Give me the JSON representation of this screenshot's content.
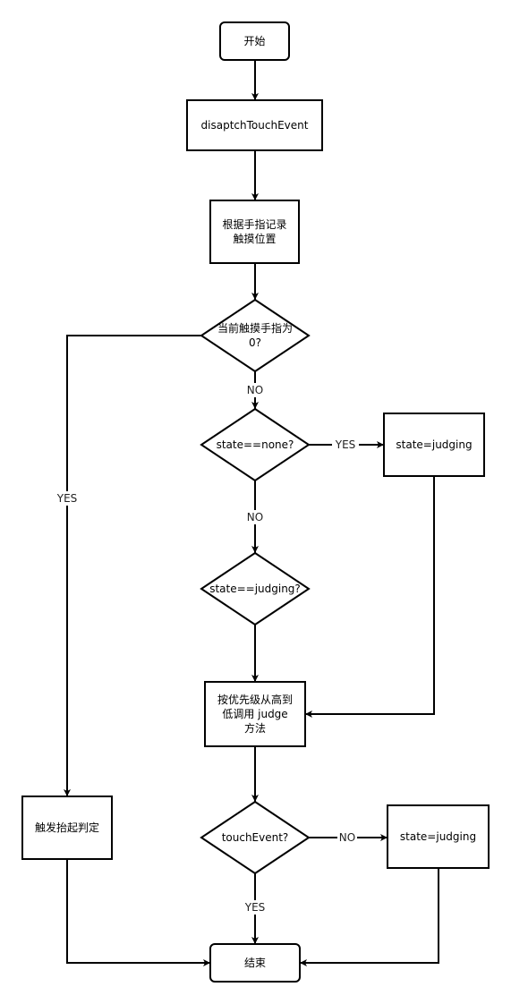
{
  "diagram": {
    "type": "flowchart",
    "nodes": {
      "start": {
        "shape": "terminal",
        "lines": [
          "开始"
        ]
      },
      "dispatch": {
        "shape": "process",
        "lines": [
          "disaptchTouchEvent"
        ]
      },
      "record": {
        "shape": "process",
        "lines": [
          "根据手指记录",
          "触摸位置"
        ]
      },
      "finger_zero": {
        "shape": "decision",
        "lines": [
          "当前触摸手指为",
          "0?"
        ]
      },
      "state_none": {
        "shape": "decision",
        "lines": [
          "state==none?"
        ]
      },
      "set_judging_1": {
        "shape": "process",
        "lines": [
          "state=judging"
        ]
      },
      "state_judging": {
        "shape": "decision",
        "lines": [
          "state==judging?"
        ]
      },
      "call_judge": {
        "shape": "process",
        "lines": [
          "按优先级从高到",
          "低调用 judge",
          "方法"
        ]
      },
      "touch_event": {
        "shape": "decision",
        "lines": [
          "touchEvent?"
        ]
      },
      "set_judging_2": {
        "shape": "process",
        "lines": [
          "state=judging"
        ]
      },
      "trigger_lift": {
        "shape": "process",
        "lines": [
          "触发抬起判定"
        ]
      },
      "end": {
        "shape": "terminal",
        "lines": [
          "结束"
        ]
      }
    },
    "edges": [
      {
        "from": "start",
        "to": "dispatch",
        "label": ""
      },
      {
        "from": "dispatch",
        "to": "record",
        "label": ""
      },
      {
        "from": "record",
        "to": "finger_zero",
        "label": ""
      },
      {
        "from": "finger_zero",
        "to": "state_none",
        "label": "NO"
      },
      {
        "from": "finger_zero",
        "to": "trigger_lift",
        "label": "YES"
      },
      {
        "from": "state_none",
        "to": "set_judging_1",
        "label": "YES"
      },
      {
        "from": "state_none",
        "to": "state_judging",
        "label": "NO"
      },
      {
        "from": "state_judging",
        "to": "call_judge",
        "label": ""
      },
      {
        "from": "set_judging_1",
        "to": "call_judge",
        "label": ""
      },
      {
        "from": "call_judge",
        "to": "touch_event",
        "label": ""
      },
      {
        "from": "touch_event",
        "to": "set_judging_2",
        "label": "NO"
      },
      {
        "from": "touch_event",
        "to": "end",
        "label": "YES"
      },
      {
        "from": "set_judging_2",
        "to": "end",
        "label": ""
      },
      {
        "from": "trigger_lift",
        "to": "end",
        "label": ""
      }
    ]
  },
  "colors": {
    "stroke": "#000000",
    "text": "#000000",
    "background": "#ffffff"
  }
}
